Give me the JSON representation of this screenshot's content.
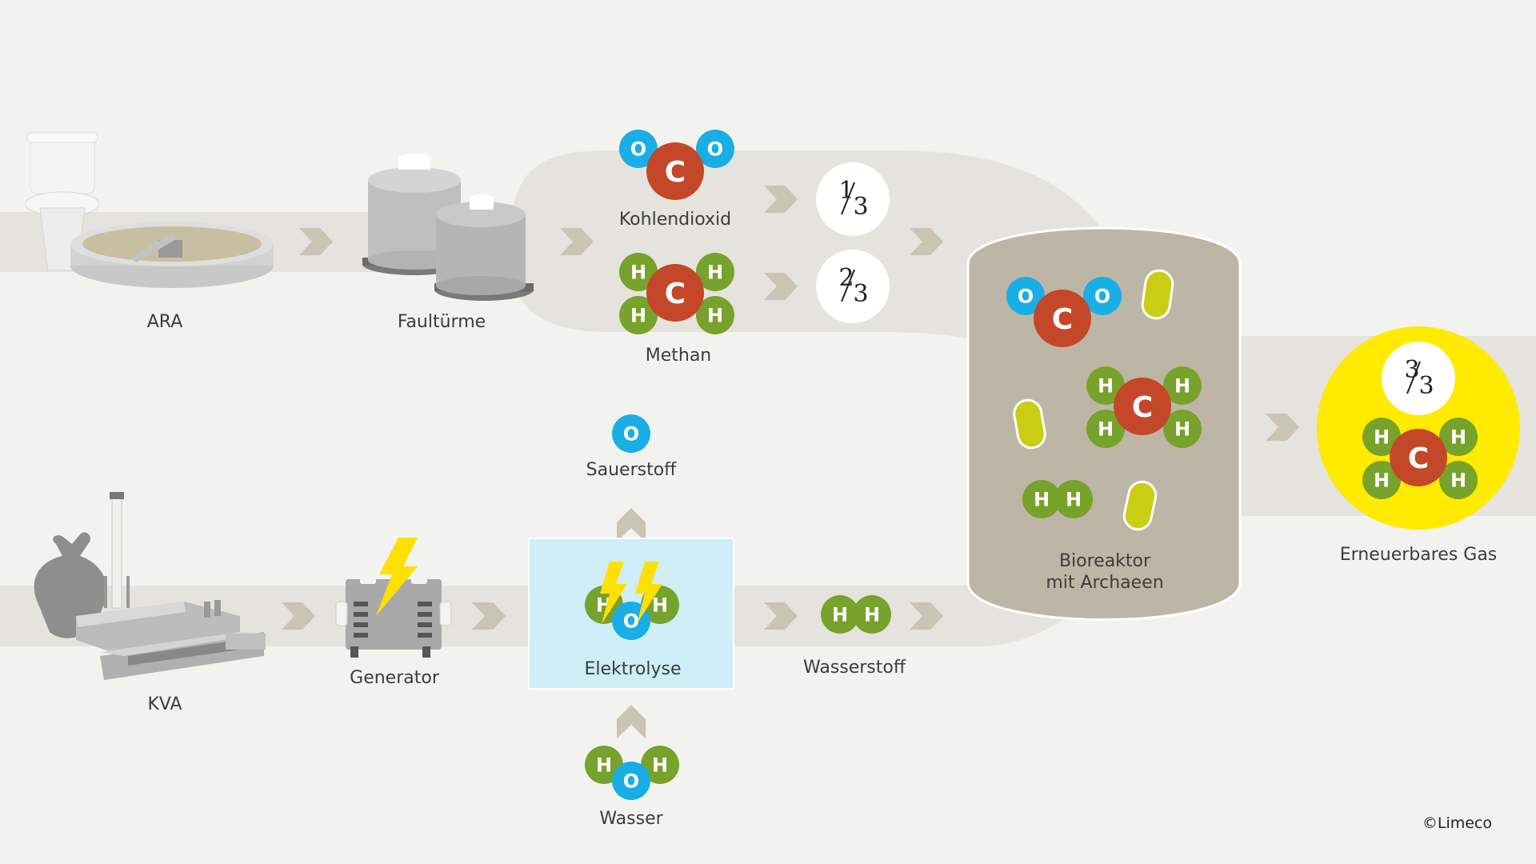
{
  "labels": {
    "ara": "ARA",
    "faultuerme": "Faultürme",
    "kohlendioxid": "Kohlendioxid",
    "methan": "Methan",
    "sauerstoff": "Sauerstoff",
    "kva": "KVA",
    "generator": "Generator",
    "elektrolyse": "Elektrolyse",
    "wasser": "Wasser",
    "wasserstoff": "Wasserstoff",
    "bioreaktor_line1": "Bioreaktor",
    "bioreaktor_line2": "mit Archaeen",
    "erneuerbares_gas": "Erneuerbares Gas",
    "copyright": "©Limeco"
  },
  "fractions": {
    "one_third": {
      "num": "1",
      "den": "3"
    },
    "two_thirds": {
      "num": "2",
      "den": "3"
    },
    "three_thirds": {
      "num": "3",
      "den": "3"
    }
  },
  "atoms": {
    "O": "O",
    "C": "C",
    "H": "H"
  },
  "colors": {
    "background": "#f2f2ee",
    "flow_band": "#e4e3dd",
    "arrow": "#c9c4b3",
    "oxygen": "#19aee5",
    "carbon": "#c34728",
    "hydrogen": "#77a22b",
    "archaea": "#c9ce14",
    "reactor": "#bdb6a6",
    "electrolysis_box": "#cfeef7",
    "renewable_gas": "#ffea00",
    "lightning": "#ffe000"
  }
}
